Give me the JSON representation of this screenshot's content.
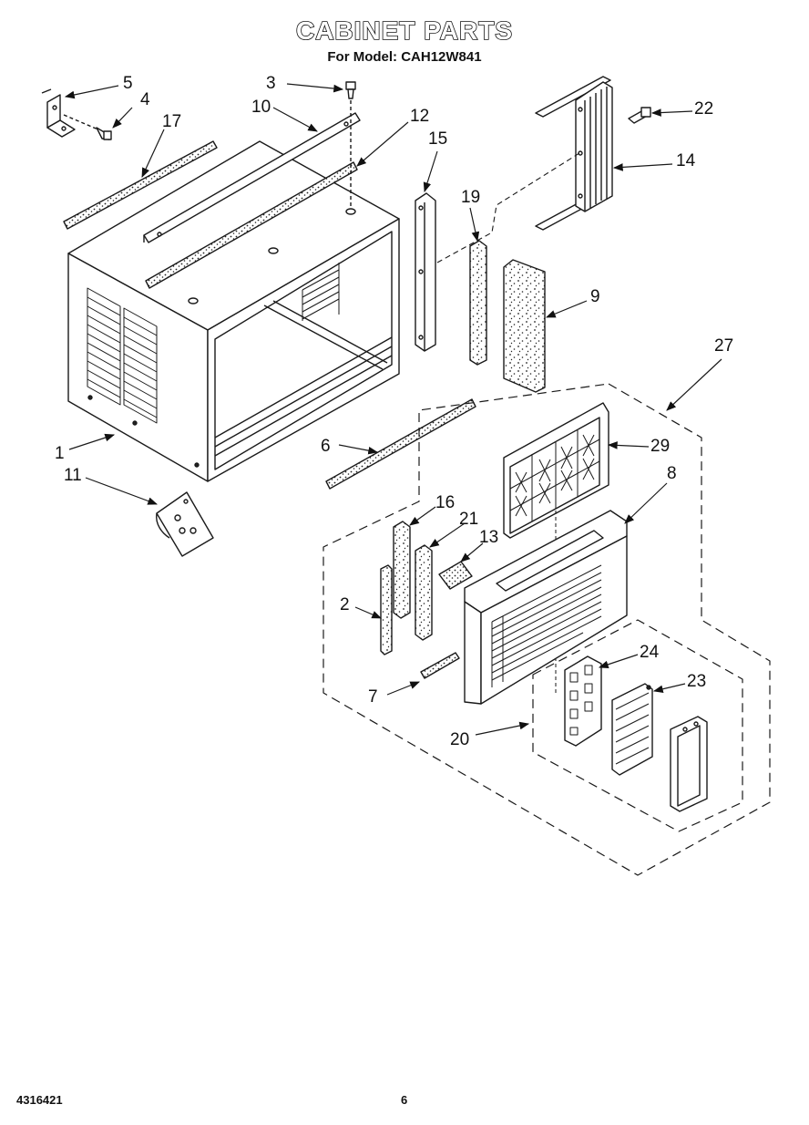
{
  "header": {
    "title": "CABINET PARTS",
    "subtitle": "For Model: CAH12W841"
  },
  "callouts": {
    "c1": "1",
    "c2": "2",
    "c3": "3",
    "c4": "4",
    "c5": "5",
    "c6": "6",
    "c7": "7",
    "c8": "8",
    "c9": "9",
    "c10": "10",
    "c11": "11",
    "c12": "12",
    "c13": "13",
    "c14": "14",
    "c15": "15",
    "c16": "16",
    "c17": "17",
    "c19": "19",
    "c20": "20",
    "c21": "21",
    "c22": "22",
    "c23": "23",
    "c24": "24",
    "c27": "27",
    "c29": "29"
  },
  "footer": {
    "part_number": "4316421",
    "page": "6"
  }
}
